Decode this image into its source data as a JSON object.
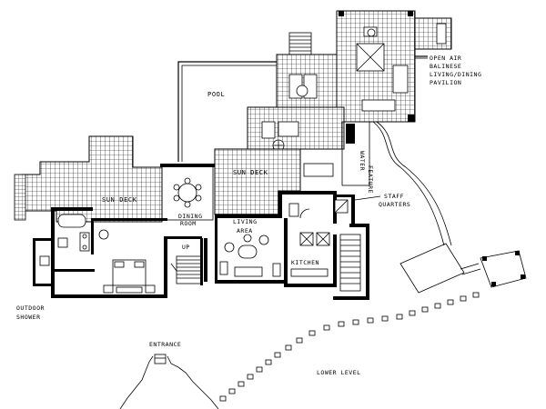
{
  "labels": {
    "pool": "POOL",
    "pavilion_line1": "OPEN AIR",
    "pavilion_line2": "BALINESE",
    "pavilion_line3": "LIVING/DINING",
    "pavilion_line4": "PAVILION",
    "sun_deck_left": "SUN DECK",
    "sun_deck_center": "SUN DECK",
    "water_feature_line1": "WATER",
    "water_feature_line2": "FEATURE",
    "staff_line1": "STAFF",
    "staff_line2": "QUARTERS",
    "dining_line1": "DINING",
    "dining_line2": "ROOM",
    "living_line1": "LIVING",
    "living_line2": "AREA",
    "up": "UP",
    "kitchen": "KITCHEN",
    "outdoor_line1": "OUTDOOR",
    "outdoor_line2": "SHOWER",
    "entrance": "ENTRANCE",
    "lower_level": "LOWER LEVEL"
  }
}
